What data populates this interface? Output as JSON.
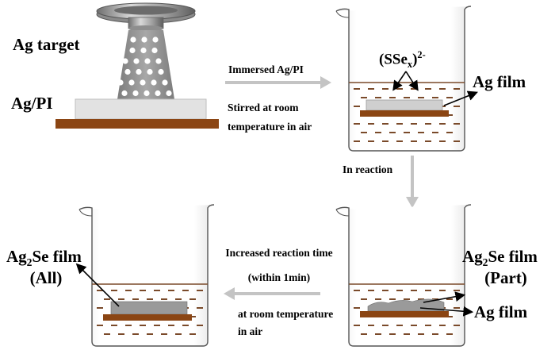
{
  "labels": {
    "ag_target": "Ag target",
    "ag_pi": "Ag/PI",
    "step1_line1": "Immersed Ag/PI",
    "step1_line2": "Stirred at room",
    "step1_line3": "temperature in air",
    "sse_base": "(SSe",
    "sse_sub": "x",
    "sse_close": ")",
    "sse_sup": "2-",
    "ag_film_top": "Ag film",
    "in_reaction": "In reaction",
    "ag2se_part_line1_pre": "Ag",
    "ag2se_part_line1_sub": "2",
    "ag2se_part_line1_post": "Se film",
    "ag2se_part_line2": "(Part)",
    "ag_film_bottom": "Ag film",
    "step3_line1": "Increased reaction time",
    "step3_line2": "(within 1min)",
    "step3_line3": "at room temperature",
    "step3_line4": "in air",
    "ag2se_all_line1_pre": "Ag",
    "ag2se_all_line1_sub": "2",
    "ag2se_all_line1_post": "Se film",
    "ag2se_all_line2": "(All)"
  },
  "colors": {
    "substrate": "#8b4513",
    "dash": "#7a4a2a",
    "silver": "#cfcfcf",
    "ag2se_film": "#9a9a9a",
    "arrow_gray": "#c4c4c4",
    "target_metal": "#a9a9a9"
  },
  "icons": [
    "sputter-target-icon",
    "beaker-icon",
    "process-arrow-icon"
  ]
}
